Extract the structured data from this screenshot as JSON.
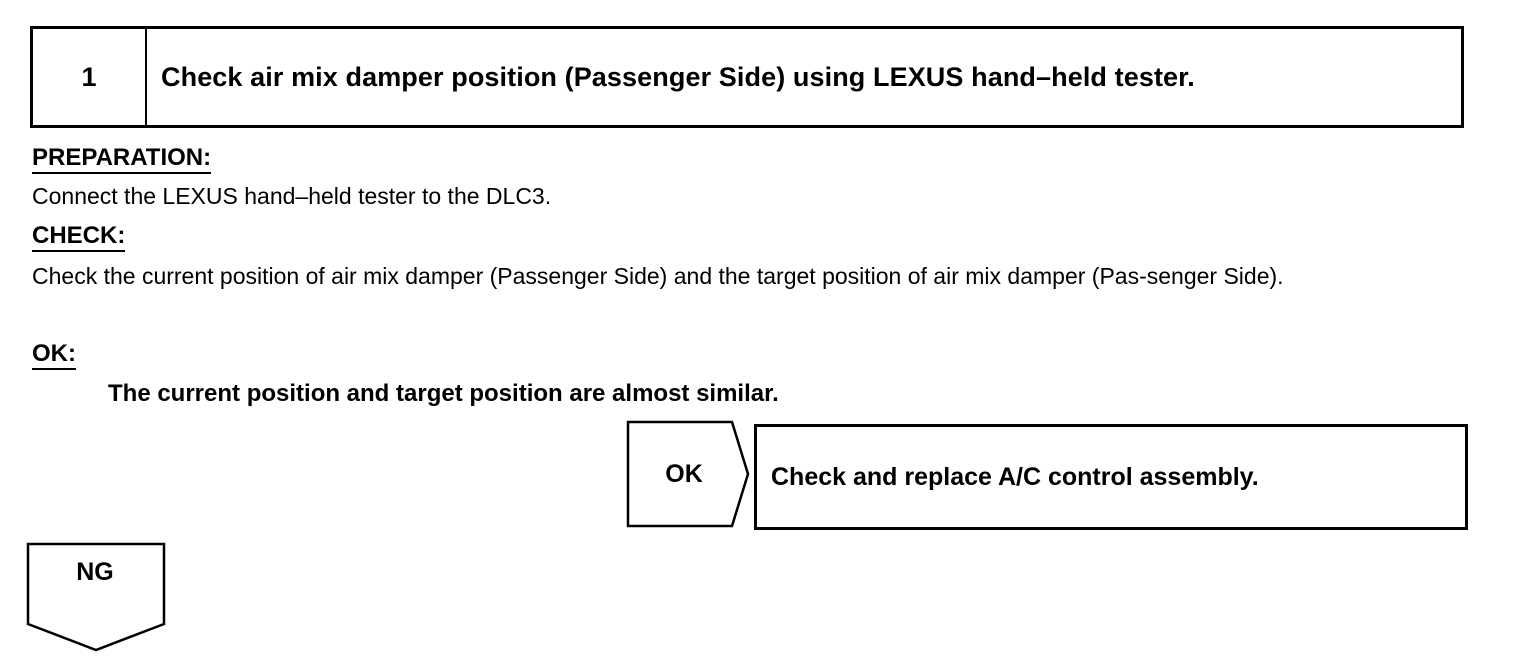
{
  "step": {
    "number": "1",
    "title": "Check air mix damper position (Passenger Side) using LEXUS hand–held tester."
  },
  "preparation": {
    "heading": "PREPARATION:",
    "text": "Connect the LEXUS hand–held tester to the DLC3."
  },
  "check": {
    "heading": "CHECK:",
    "text": "Check the current position of air mix damper (Passenger Side) and the target position of air mix damper (Pas-senger Side)."
  },
  "ok_criteria": {
    "heading": "OK:",
    "text": "The current position and target position are almost similar."
  },
  "ok_branch": {
    "label": "OK",
    "action": "Check and replace A/C control assembly."
  },
  "ng_branch": {
    "label": "NG"
  }
}
